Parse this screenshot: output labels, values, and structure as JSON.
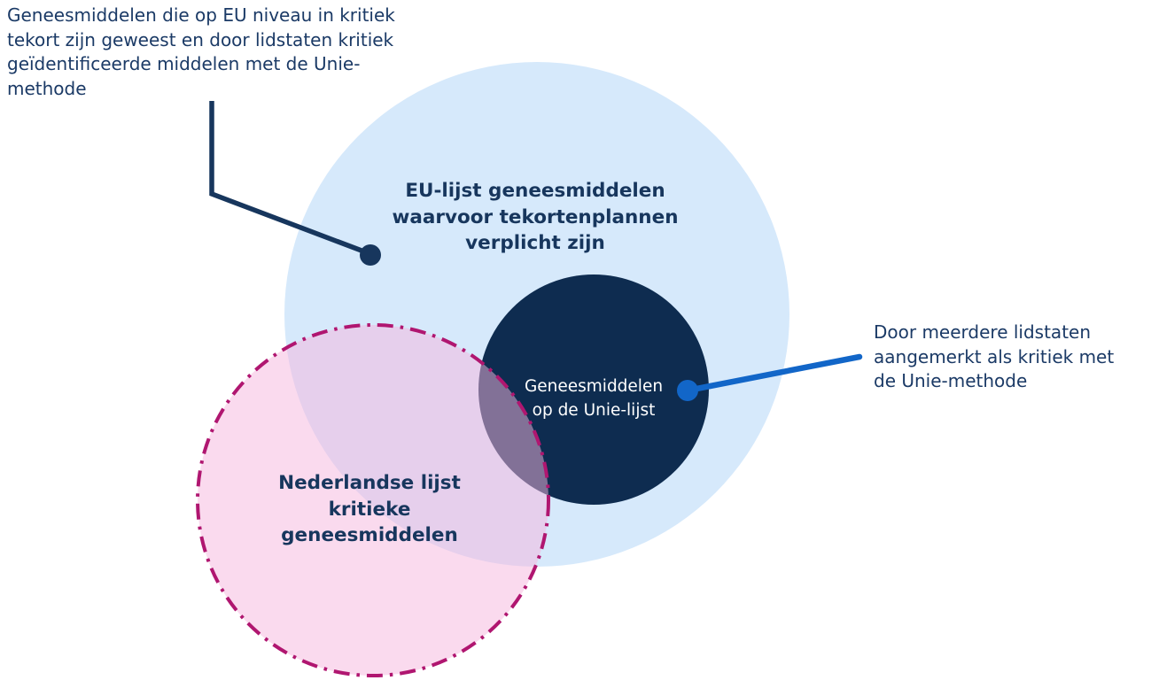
{
  "diagram": {
    "title_context": "Venn diagram of critical medicine lists",
    "eu_circle": {
      "label": "EU-lijst geneesmiddelen waarvoor tekortenplannen verplicht zijn",
      "lines": [
        "EU-lijst geneesmiddelen",
        "waarvoor tekortenplannen",
        "verplicht zijn"
      ],
      "fill": "#d6e9fb"
    },
    "union_circle": {
      "label": "Geneesmiddelen op de Unie-lijst",
      "lines": [
        "Geneesmiddelen",
        "op de Unie-lijst"
      ],
      "fill": "#0e2c50",
      "text_color": "#ffffff"
    },
    "nl_circle": {
      "label": "Nederlandse lijst kritieke geneesmiddelen",
      "lines": [
        "Nederlandse lijst",
        "kritieke",
        "geneesmiddelen"
      ],
      "fill": "#f6b6de",
      "fill_opacity": "0.5",
      "border": "#b01670",
      "border_style": "dash-dot"
    }
  },
  "annotations": {
    "left": {
      "text": "Geneesmiddelen die op EU niveau in kritiek tekort zijn geweest en door lidstaten kritiek geïdentificeerde middelen met de Unie-methode",
      "lines": [
        "Geneesmiddelen die op EU niveau in kritiek",
        "tekort zijn geweest en door lidstaten kritiek",
        "geïdentificeerde middelen met de Unie-",
        "methode"
      ],
      "pointer_color": "#17365d"
    },
    "right": {
      "text": "Door meerdere lidstaten aangemerkt als kritiek met de Unie-methode",
      "lines": [
        "Door meerdere lidstaten",
        "aangemerkt als kritiek met",
        "de Unie-methode"
      ],
      "pointer_color": "#1266c8"
    }
  },
  "colors": {
    "background": "#ffffff",
    "light_blue_circle": "#d6e9fb",
    "dark_navy_circle": "#0e2c50",
    "pink_fill": "#f6b6de",
    "pink_border": "#b01670",
    "navy_text": "#1b3a66",
    "navy_title_text": "#17365d",
    "navy_leader": "#17365d",
    "blue_leader": "#1266c8",
    "white_label_text": "#ffffff"
  }
}
